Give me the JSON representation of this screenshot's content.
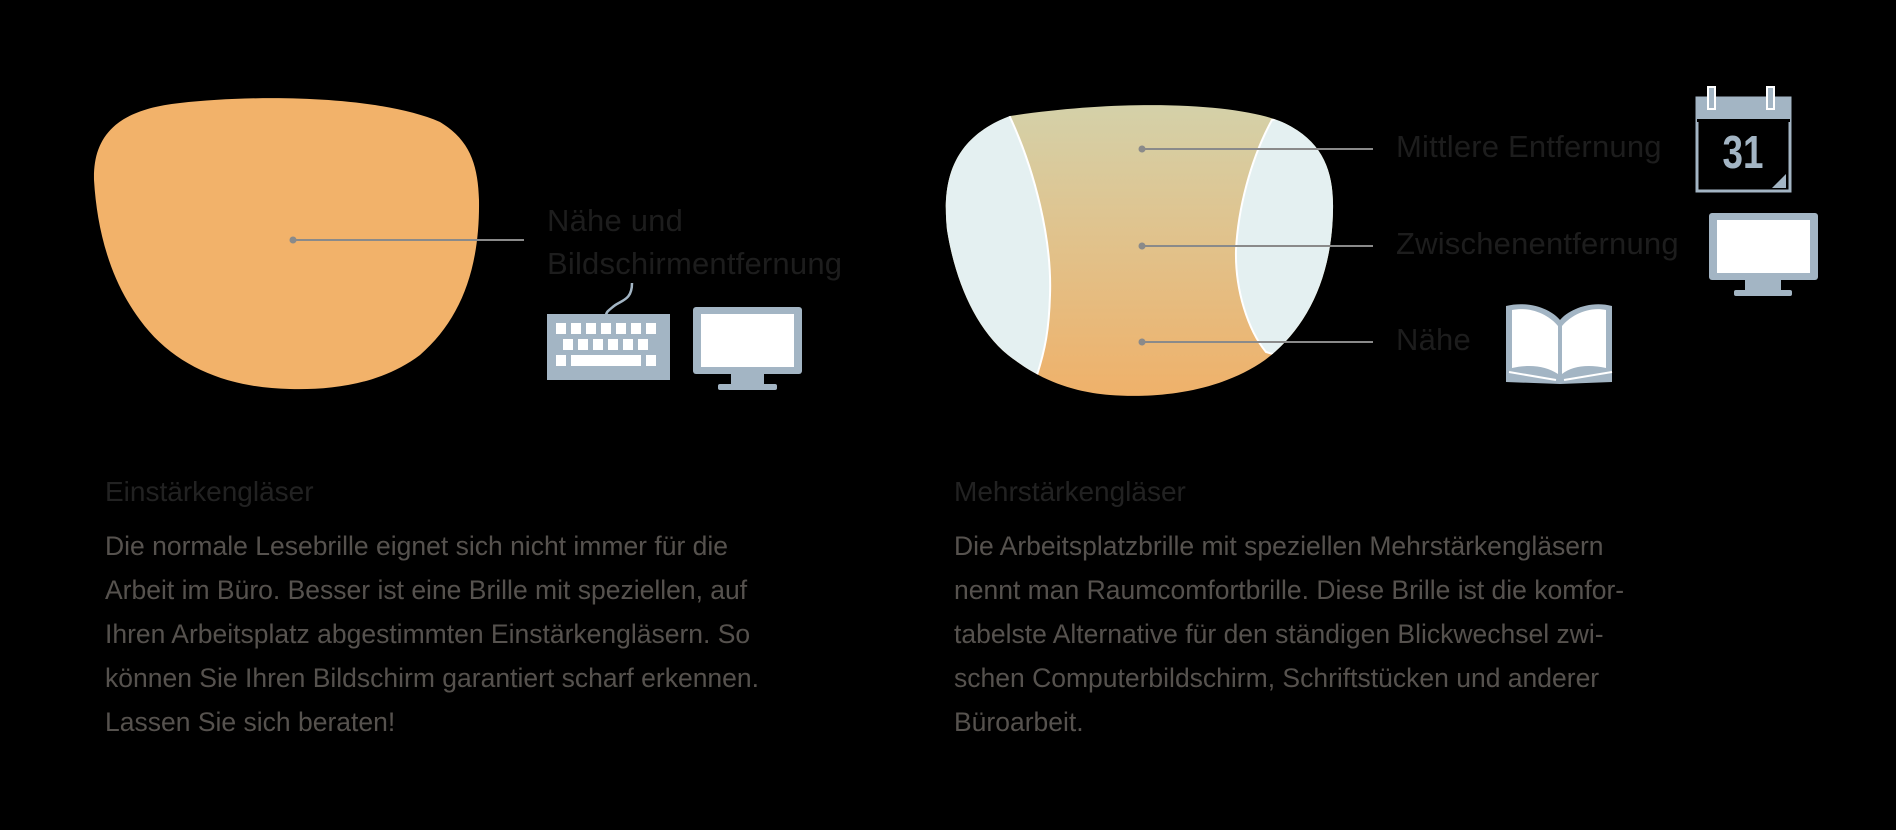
{
  "left": {
    "lens_color": "#f2b26a",
    "callout_label_line1": "Nähe und",
    "callout_label_line2": "Bildschirmentfernung",
    "icons": [
      "keyboard-icon",
      "monitor-icon"
    ],
    "heading": "Einstärkengläser",
    "paragraph_lines": [
      "Die normale Lesebrille eignet sich nicht immer für die",
      "Arbeit im Büro. Besser ist eine Brille mit speziellen, auf",
      "Ihren Arbeitsplatz abgestimmten Einstärkengläsern. So",
      "können Sie Ihren Bildschirm garantiert scharf erkennen.",
      "Lassen Sie sich beraten!"
    ]
  },
  "right": {
    "lens_gradient_top": "#d3d2ab",
    "lens_gradient_bottom": "#f0b068",
    "lens_side_color": "#e4f0f1",
    "zones": [
      {
        "label": "Mittlere Entfernung",
        "icon": "calendar-icon",
        "calendar_day": "31"
      },
      {
        "label": "Zwischenentfernung",
        "icon": "monitor-icon"
      },
      {
        "label": "Nähe",
        "icon": "book-icon"
      }
    ],
    "heading": "Mehrstärkengläser",
    "paragraph_lines": [
      "Die Arbeitsplatzbrille mit speziellen Mehrstärkengläsern",
      "nennt man Raumcomfortbrille. Diese Brille ist die komfor-",
      "tabelste Alternative für den ständigen Blickwechsel zwi-",
      "schen Computerbildschirm, Schriftstücken und anderer",
      "Büroarbeit."
    ]
  },
  "colors": {
    "icon": "#a3b5c4",
    "callout_line": "#8a8a8a",
    "background": "#000000"
  }
}
